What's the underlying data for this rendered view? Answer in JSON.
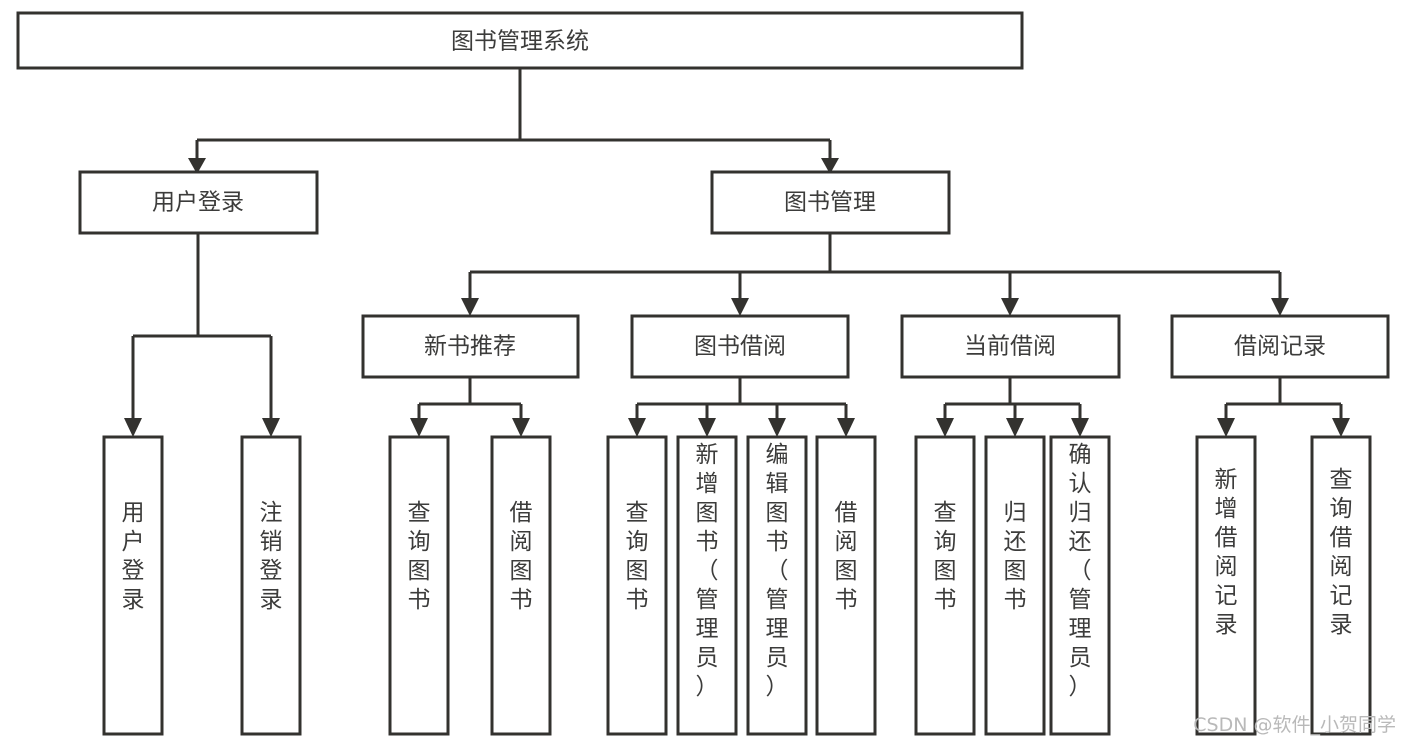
{
  "diagram": {
    "title": "图书管理系统",
    "type": "tree",
    "orientation": "top-down",
    "colors": {
      "box_stroke": "#33322f",
      "box_fill": "#ffffff",
      "text": "#3c3c3b",
      "connector": "#33322f",
      "watermark": "#b9b9b9",
      "background": "#ffffff"
    },
    "root": {
      "label": "图书管理系统"
    },
    "level2": [
      {
        "label": "用户登录"
      },
      {
        "label": "图书管理"
      }
    ],
    "level3": [
      {
        "label": "新书推荐"
      },
      {
        "label": "图书借阅"
      },
      {
        "label": "当前借阅"
      },
      {
        "label": "借阅记录"
      }
    ],
    "leaves": {
      "user_login": [
        {
          "label": "用户登录"
        },
        {
          "label": "注销登录"
        }
      ],
      "new_book_recommend": [
        {
          "label": "查询图书"
        },
        {
          "label": "借阅图书"
        }
      ],
      "book_borrow": [
        {
          "label": "查询图书"
        },
        {
          "label": "新增图书（管理员）"
        },
        {
          "label": "编辑图书（管理员）"
        },
        {
          "label": "借阅图书"
        }
      ],
      "current_borrow": [
        {
          "label": "查询图书"
        },
        {
          "label": "归还图书"
        },
        {
          "label": "确认归还（管理员）"
        }
      ],
      "borrow_record": [
        {
          "label": "新增借阅记录"
        },
        {
          "label": "查询借阅记录"
        }
      ]
    },
    "watermark": "CSDN @软件_小贺同学"
  }
}
